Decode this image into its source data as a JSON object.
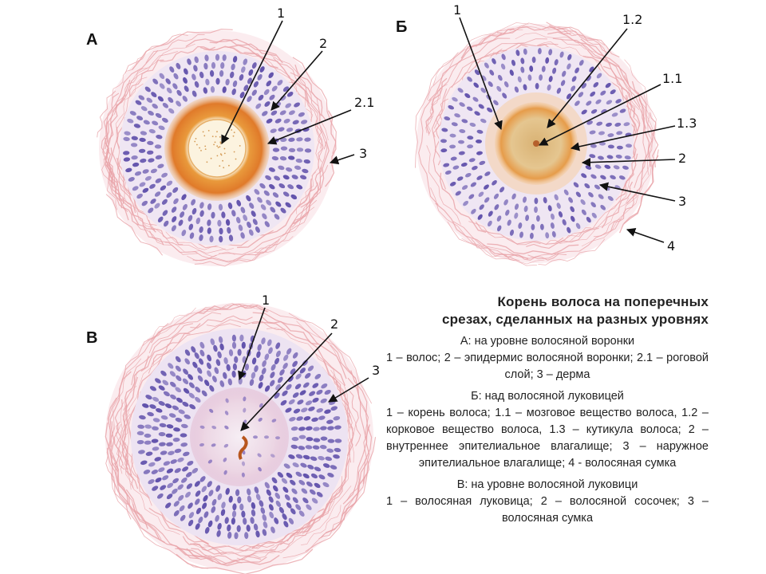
{
  "panels": [
    {
      "id": "A",
      "letter": "А",
      "labels": [
        "1",
        "2",
        "2.1",
        "3"
      ]
    },
    {
      "id": "B",
      "letter": "Б",
      "labels": [
        "1",
        "1.2",
        "1.1",
        "1.3",
        "2",
        "3",
        "4"
      ]
    },
    {
      "id": "V",
      "letter": "В",
      "labels": [
        "1",
        "2",
        "3"
      ]
    }
  ],
  "caption": {
    "title_line1": "Корень волоса на поперечных",
    "title_line2": "срезах, сделанных на разных уровнях",
    "sections": [
      {
        "heading": "А: на уровне волосяной воронки",
        "body": "1 – волос; 2 – эпидермис волосяной воронки; 2.1 – роговой слой; 3 – дерма"
      },
      {
        "heading": "Б: над волосяной луковицей",
        "body": "1 – корень волоса; 1.1 – мозговое вещество волоса, 1.2 – корковое вещество волоса, 1.3 – кутикула волоса; 2 – внутреннее эпителиальное влагалище; 3 – наружное эпителиальное влагалище; 4 - волосяная сумка"
      },
      {
        "heading": "В: на уровне волосяной луковици",
        "body": "1 – волосяная луковица; 2 – волосяной сосочек; 3 – волосяная сумка"
      }
    ]
  },
  "colors": {
    "nucleus": "#5a4aa8",
    "epithelium": "#d8cdea",
    "dermis_fiber": "#e8a3a8",
    "horny_layer": "#e08a2a",
    "hair_core": "#fbf1dd",
    "cortex": "#c9a25a"
  }
}
